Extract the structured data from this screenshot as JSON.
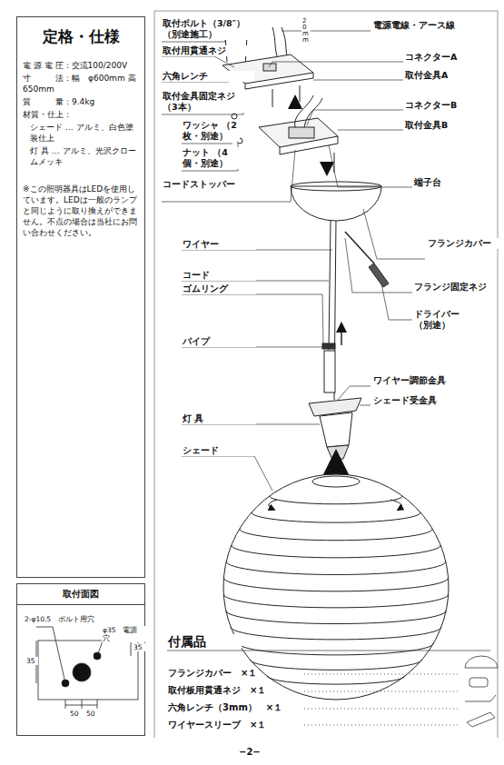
{
  "diagram": {
    "nodes": [
      {
        "text": [
          "定格・仕様",
          "電 源 電 圧：交流100/200V",
          "寸　　　法：幅　φ600mm 高　　650mm",
          "質　　　量：9.4kg",
          "材質・仕上：",
          "シェード … アルミ、白色塗装仕上",
          "灯 具 … アルミ、光沢クロームメッキ",
          "※この照明器具はLEDを使用しています。LEDは一般のランプと同じように取り換えができません。不点の場合は当社にお問い合わせください。"
        ]
      },
      {
        "text": [
          "取付面図"
        ]
      }
    ],
    "labels": [
      "取付ボルト（3/8″） （別途施工）",
      "電源電線・アース線",
      "20mm",
      "取付用貫通ネジ",
      "コネクターA",
      "六角レンチ",
      "取付金具A",
      "取付金具固定ネジ （3本）",
      "コネクターB",
      "ワッシャ （2枚・別途）",
      "取付金具B",
      "ナット （4個・別途）",
      "コードストッパー",
      "端子台",
      "フランジカバー",
      "ワイヤー",
      "コード",
      "フランジ固定ネジ",
      "ゴムリング",
      "ドライバー （別途）",
      "パイプ",
      "ワイヤー調節金具",
      "シェード受金具",
      "灯 具",
      "シェード",
      "2-φ10.5　ボルト用穴",
      "φ35　電源穴",
      "35",
      "35",
      "50",
      "50",
      "付属品",
      "フランジカバー　×１",
      "取付板用貫通ネジ　×１",
      "六角レンチ（3mm）　×１",
      "ワイヤースリーブ　×１",
      "−2−"
    ]
  }
}
